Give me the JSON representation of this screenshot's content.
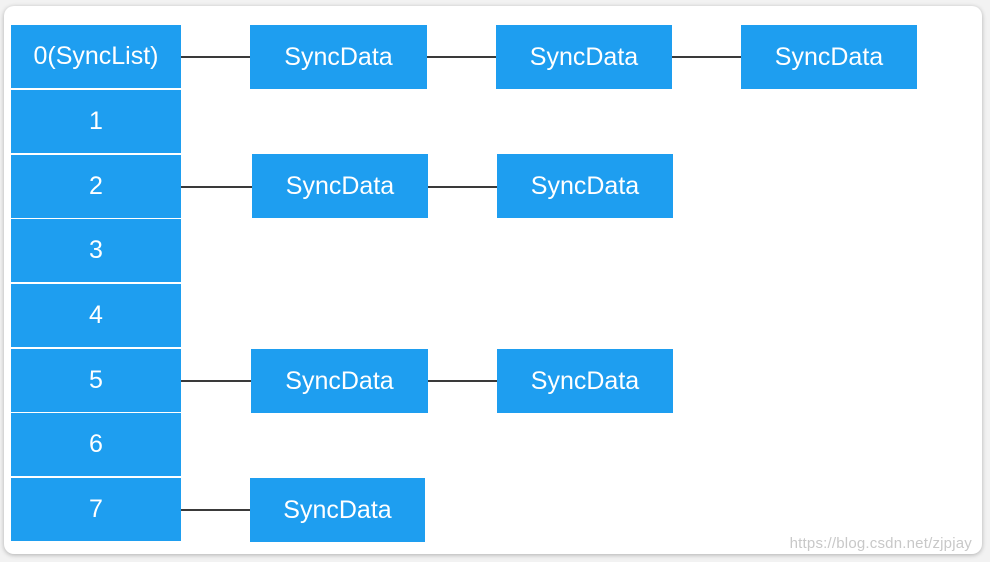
{
  "buckets": [
    {
      "label": "0(SyncList)"
    },
    {
      "label": "1"
    },
    {
      "label": "2"
    },
    {
      "label": "3"
    },
    {
      "label": "4"
    },
    {
      "label": "5"
    },
    {
      "label": "6"
    },
    {
      "label": "7"
    }
  ],
  "node_label": "SyncData",
  "watermark": "https://blog.csdn.net/zjpjay",
  "colors": {
    "box_fill": "#1e9ef0",
    "box_text": "#ffffff",
    "link": "#3a3a3a"
  }
}
